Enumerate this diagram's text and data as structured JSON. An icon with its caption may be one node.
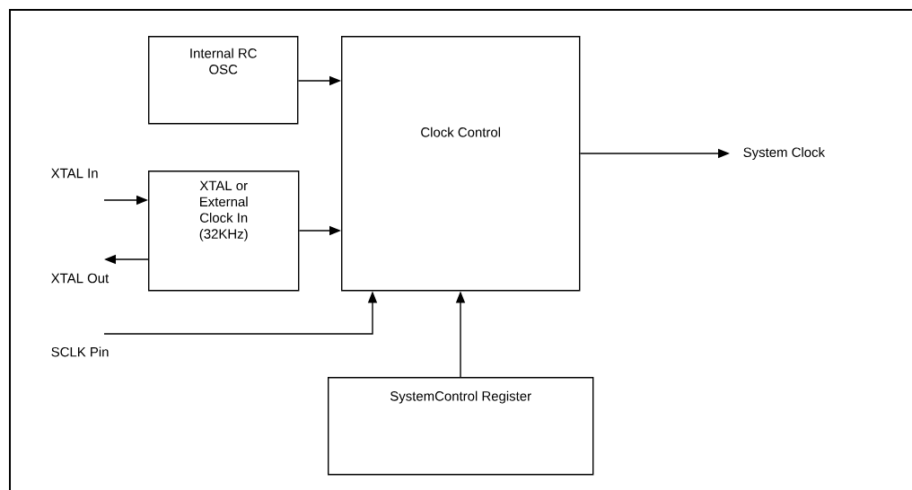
{
  "diagram": {
    "nodes": [
      {
        "text": [
          "Internal RC OSC"
        ]
      },
      {
        "text": [
          "Clock Control"
        ]
      },
      {
        "text": [
          "XTAL or External Clock In (32KHz)"
        ]
      },
      {
        "text": [
          "SystemControl Register"
        ]
      },
      {
        "text": [
          "System Clock"
        ]
      },
      {
        "text": [
          "XTAL In"
        ]
      },
      {
        "text": [
          "XTAL Out"
        ]
      },
      {
        "text": [
          "SCLK Pin"
        ]
      }
    ],
    "edges": [
      {
        "from": 0,
        "to": 1,
        "arrow": "to"
      },
      {
        "from": 2,
        "to": 1,
        "arrow": "to"
      },
      {
        "from": 1,
        "to": 4,
        "arrow": "to"
      },
      {
        "from": 5,
        "to": 2,
        "arrow": "to"
      },
      {
        "from": 2,
        "to": 6,
        "arrow": "to"
      },
      {
        "from": 7,
        "to": 1,
        "arrow": "to"
      },
      {
        "from": 3,
        "to": 1,
        "arrow": "to"
      }
    ]
  }
}
